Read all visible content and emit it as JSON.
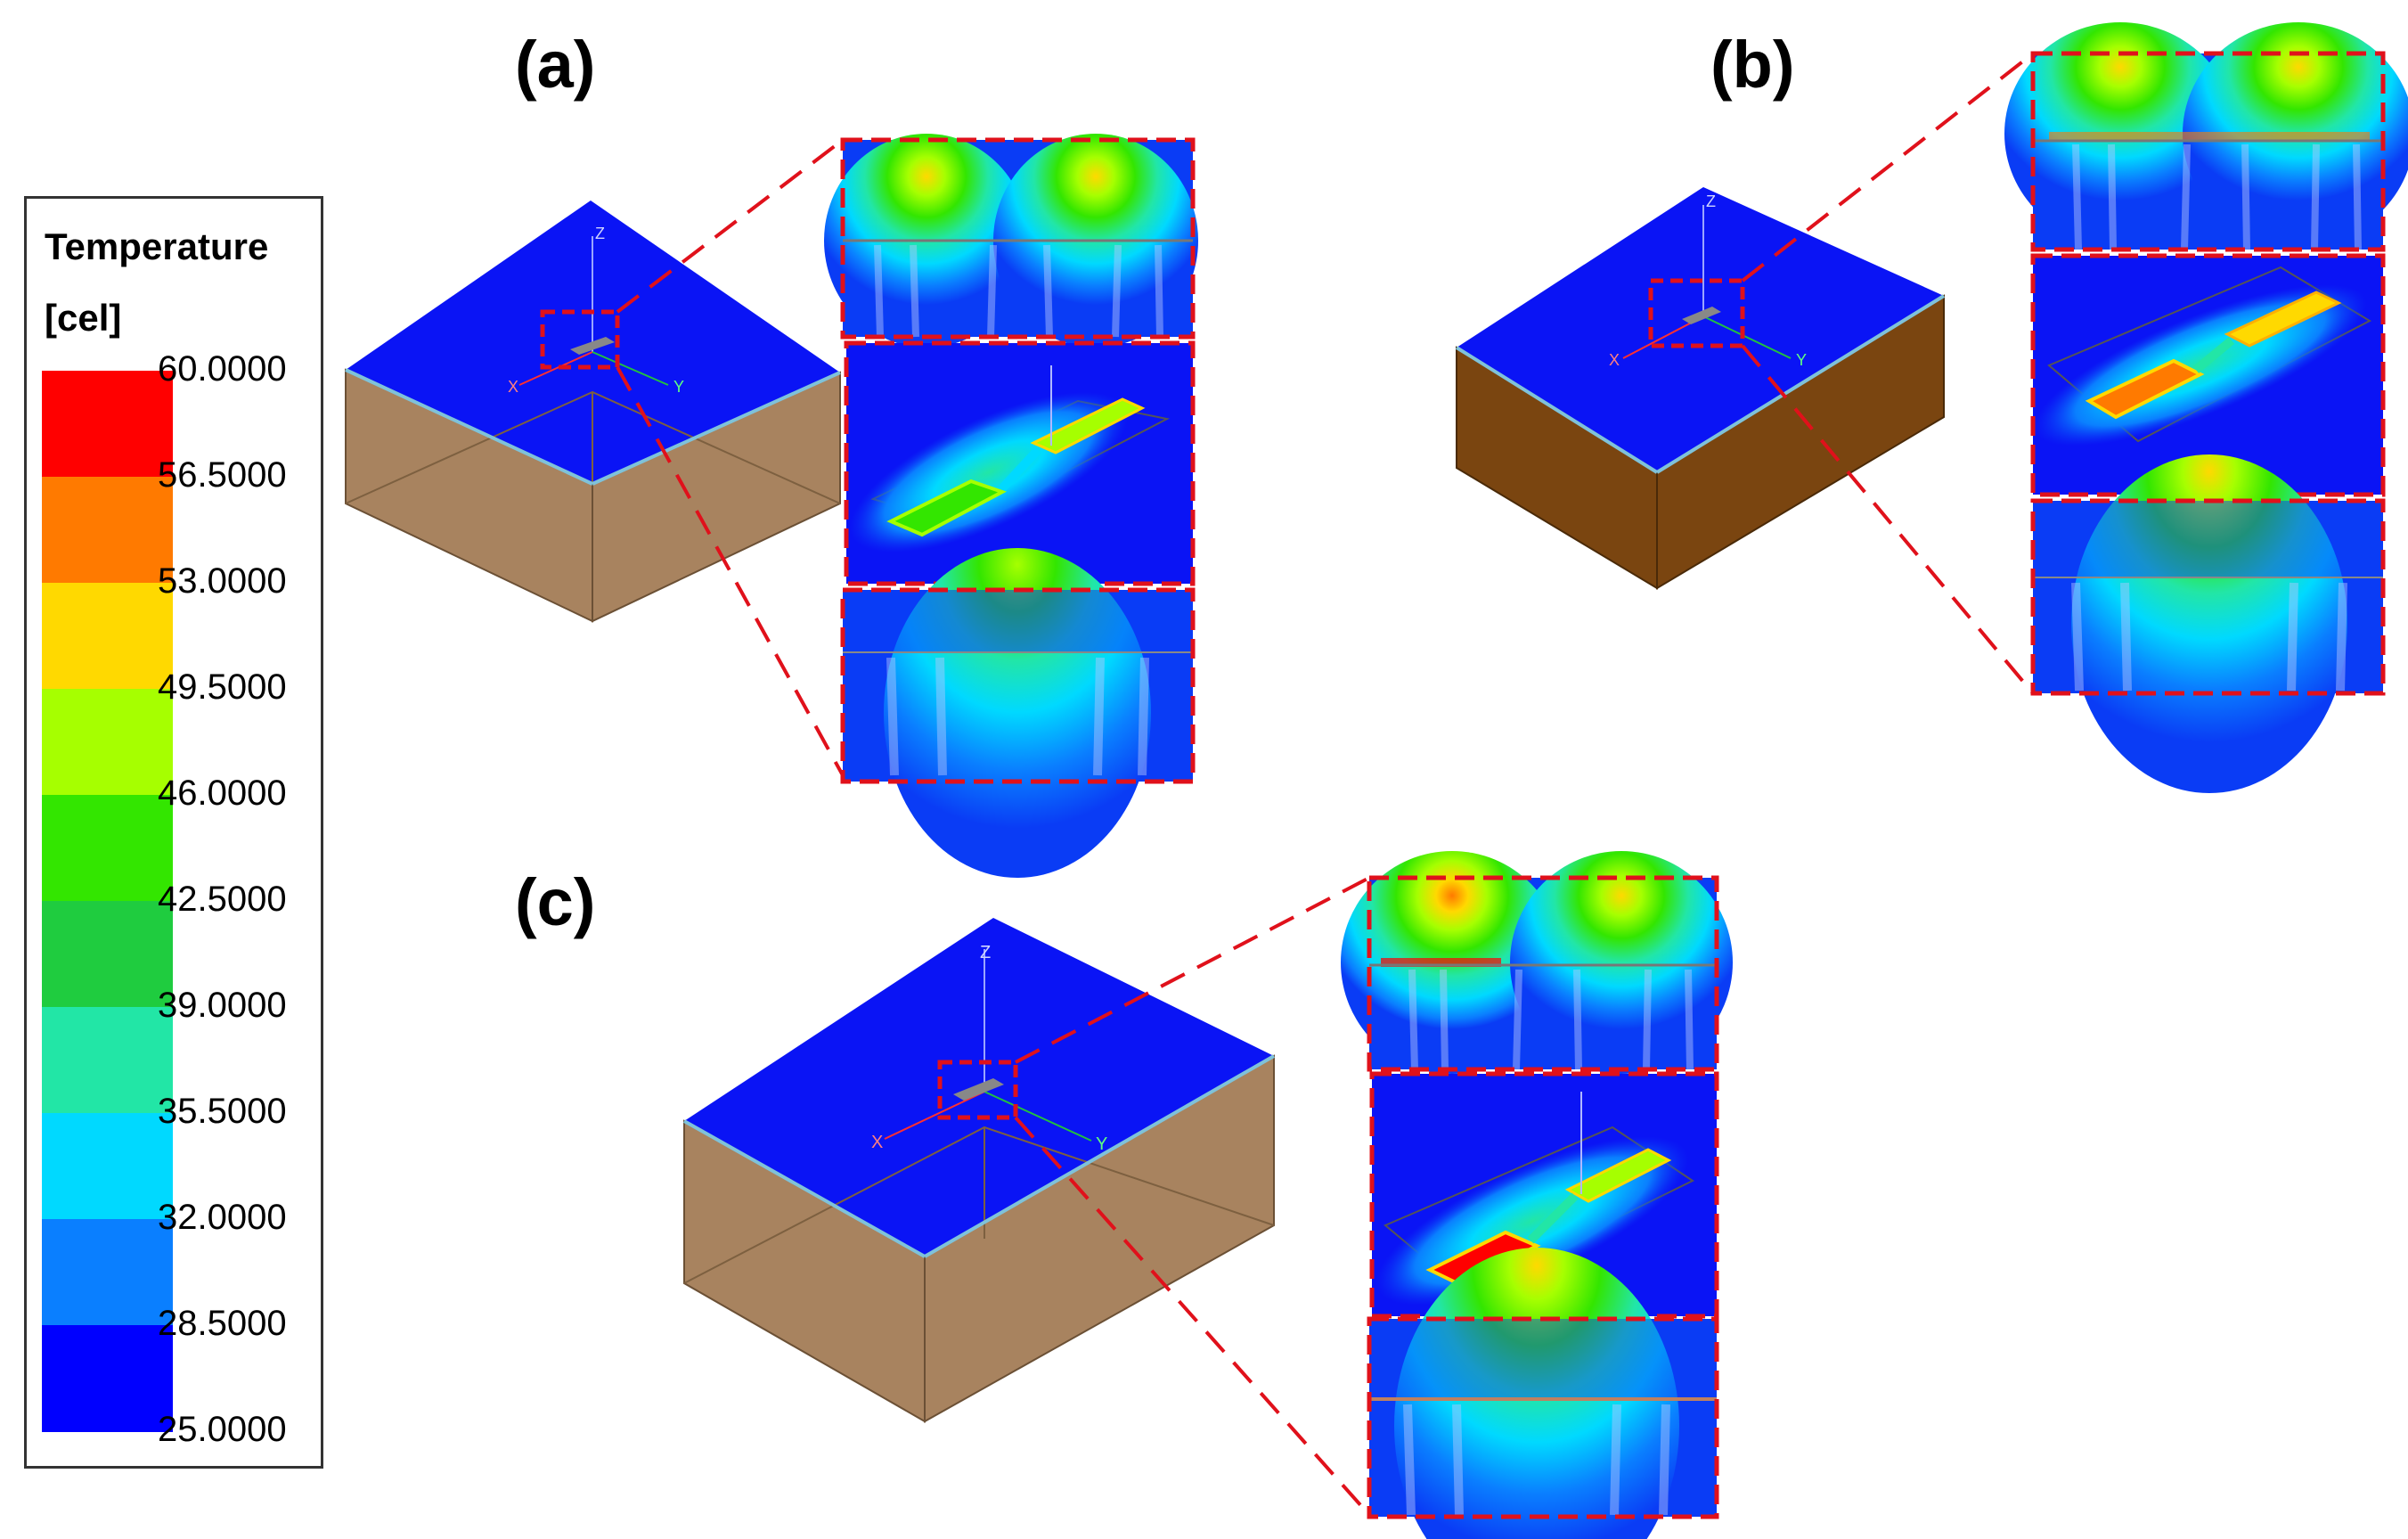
{
  "panels": [
    {
      "id": "a",
      "label": "(a)"
    },
    {
      "id": "b",
      "label": "(b)"
    },
    {
      "id": "c",
      "label": "(c)"
    }
  ],
  "legend": {
    "title_line1": "Temperature",
    "title_line2": "[cel]",
    "ticks": [
      "60.0000",
      "56.5000",
      "53.0000",
      "49.5000",
      "46.0000",
      "42.5000",
      "39.0000",
      "35.5000",
      "32.0000",
      "28.5000",
      "25.0000"
    ],
    "colors": [
      "#ff0000",
      "#ff7a00",
      "#ffd900",
      "#a6ff00",
      "#33e600",
      "#1fcc3f",
      "#22e6a6",
      "#00d9ff",
      "#0a7fff",
      "#0000ff"
    ]
  },
  "axis_labels": {
    "x": "X",
    "y": "Y",
    "z": "Z"
  },
  "colors": {
    "top_surface": "#0a14f5",
    "box_tan": "#a8835f",
    "box_brown": "#7a4510",
    "zoom_outline": "#e0111b"
  }
}
